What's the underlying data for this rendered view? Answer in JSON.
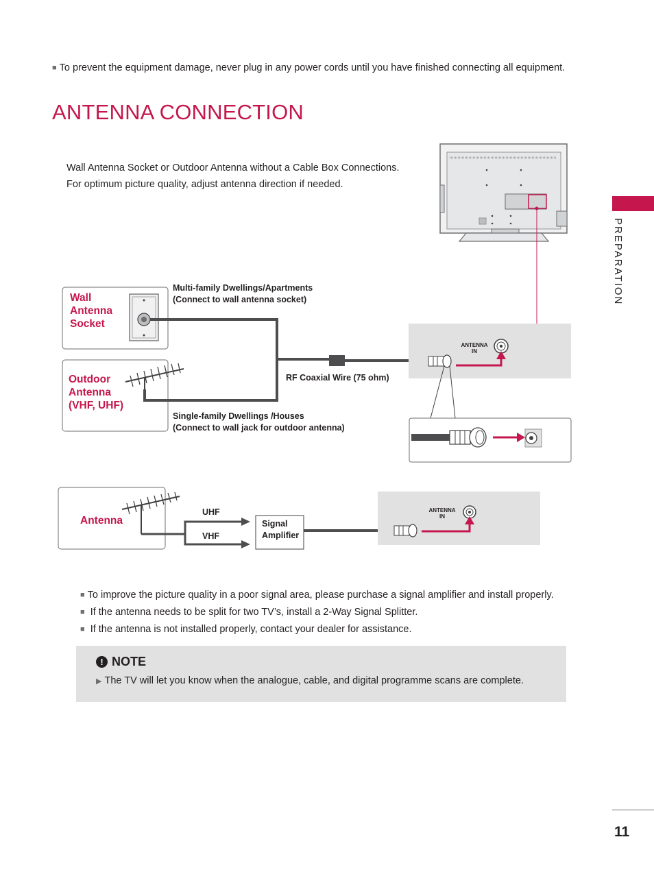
{
  "top_note": "To prevent the equipment damage, never plug in any power cords until you have finished connecting all equipment.",
  "title": "ANTENNA CONNECTION",
  "intro": {
    "line1": "Wall Antenna Socket or Outdoor Antenna without a Cable Box Connections.",
    "line2": "For optimum picture quality, adjust antenna direction if needed."
  },
  "side_tab": "PREPARATION",
  "diagram1": {
    "wall_socket_label": [
      "Wall",
      "Antenna",
      "Socket"
    ],
    "outdoor_label": [
      "Outdoor",
      "Antenna",
      "(VHF, UHF)"
    ],
    "multi_family": [
      "Multi-family Dwellings/Apartments",
      "(Connect to wall antenna socket)"
    ],
    "rf_coax": "RF Coaxial Wire (75 ohm)",
    "single_family": [
      "Single-family Dwellings /Houses",
      "(Connect to wall jack for outdoor antenna)"
    ],
    "antenna_in": [
      "ANTENNA",
      "IN"
    ]
  },
  "diagram2": {
    "antenna_label": "Antenna",
    "uhf": "UHF",
    "vhf": "VHF",
    "amplifier": [
      "Signal",
      "Amplifier"
    ],
    "antenna_in": [
      "ANTENNA",
      "IN"
    ]
  },
  "bullets": [
    "To improve the picture quality in a poor signal area, please purchase a signal amplifier and install properly.",
    "If the antenna needs to be split for two TV’s, install a 2-Way Signal Splitter.",
    "If the antenna is not installed properly, contact your dealer for assistance."
  ],
  "note": {
    "heading": "NOTE",
    "icon": "exclamation-icon",
    "text": "The TV will let you know when the analogue, cable, and digital programme scans are complete."
  },
  "page_number": "11",
  "colors": {
    "accent": "#c5174d",
    "panel": "#e1e1e2",
    "cable": "#4d4d4f"
  }
}
